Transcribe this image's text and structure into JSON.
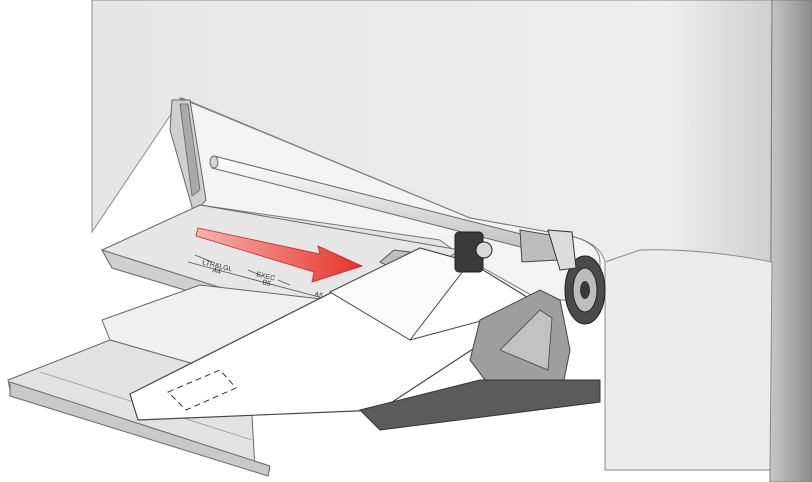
{
  "tray_labels": {
    "ltr_lgl": "LTR&LGL",
    "a4": "A4",
    "exec": "EXEC",
    "b5": "B5",
    "a5": "A5"
  },
  "colors": {
    "arrow": "#e8322c",
    "printer_body": "#e9e9e9",
    "dark_parts": "#3a3a3a",
    "envelope": "#ffffff"
  }
}
